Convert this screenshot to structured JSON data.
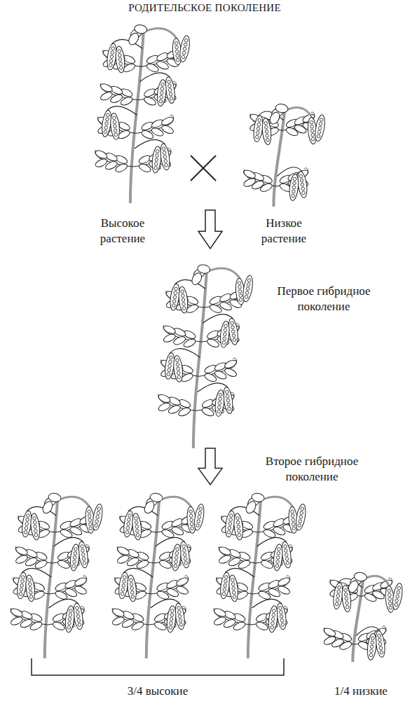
{
  "diagram": {
    "title": "РОДИТЕЛЬСКОЕ ПОКОЛЕНИЕ",
    "labels": [
      "Высокое растение",
      "Низкое растение",
      "Первое гибридное поколение",
      "Второе гибридное поколение",
      "3/4 высокие",
      "1/4 низкие"
    ]
  }
}
